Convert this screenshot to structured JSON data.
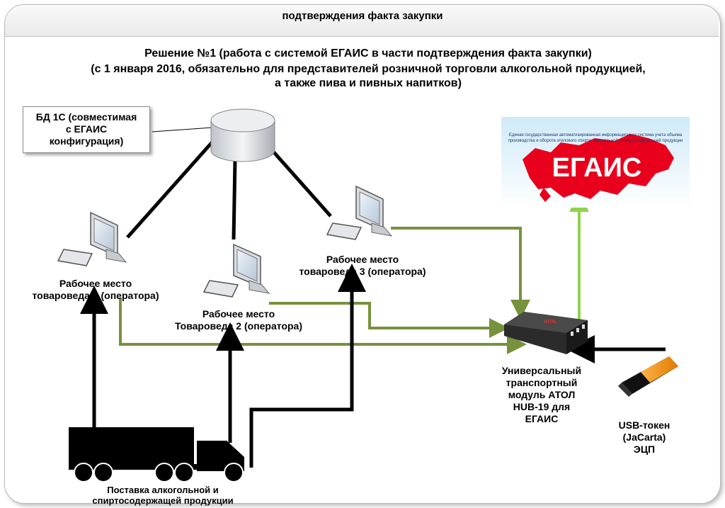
{
  "header": {
    "title": "подтверждения факта закупки"
  },
  "solution": {
    "line1": "Решение №1 (работа с системой ЕГАИС в части подтверждения факта закупки)",
    "line2": "(с 1 января 2016, обязательно для представителей розничной торговли алкогольной продукцией,",
    "line3": "а также пива и пивных напитков)"
  },
  "database": {
    "line1": "БД 1С (совместимая",
    "line2": "с ЕГАИС",
    "line3": "конфигурация)"
  },
  "workstations": {
    "ws1": {
      "line1": "Рабочее место",
      "line2": "товароведа 1 (оператора)"
    },
    "ws2": {
      "line1": "Рабочее место",
      "line2": "Товароведа 2 (оператора)"
    },
    "ws3": {
      "line1": "Рабочее место",
      "line2": "товароведа 3 (оператора)"
    }
  },
  "egais": {
    "caption_line1": "Единая государственная автоматизированная информационная система учета объема",
    "caption_line2": "производства и оборота этилового спирта, алкогольной и спиртосодержащей продукции",
    "logo_text": "ЕГАИС"
  },
  "hub": {
    "line1": "Универсальный",
    "line2": "транспортный",
    "line3": "модуль АТОЛ",
    "line4": "HUB-19 для",
    "line5": "ЕГАИС",
    "device_label": "ATOL"
  },
  "token": {
    "line1": "USB-токен",
    "line2": "(JaCarta)",
    "line3": "ЭЦП"
  },
  "truck": {
    "line1": "Поставка алкогольной и",
    "line2": "спиртосодержащей продукции"
  },
  "colors": {
    "data_line": "#76923c",
    "upload_line": "#92d050",
    "black_line": "#000000",
    "egais_map": "#e8001c"
  }
}
